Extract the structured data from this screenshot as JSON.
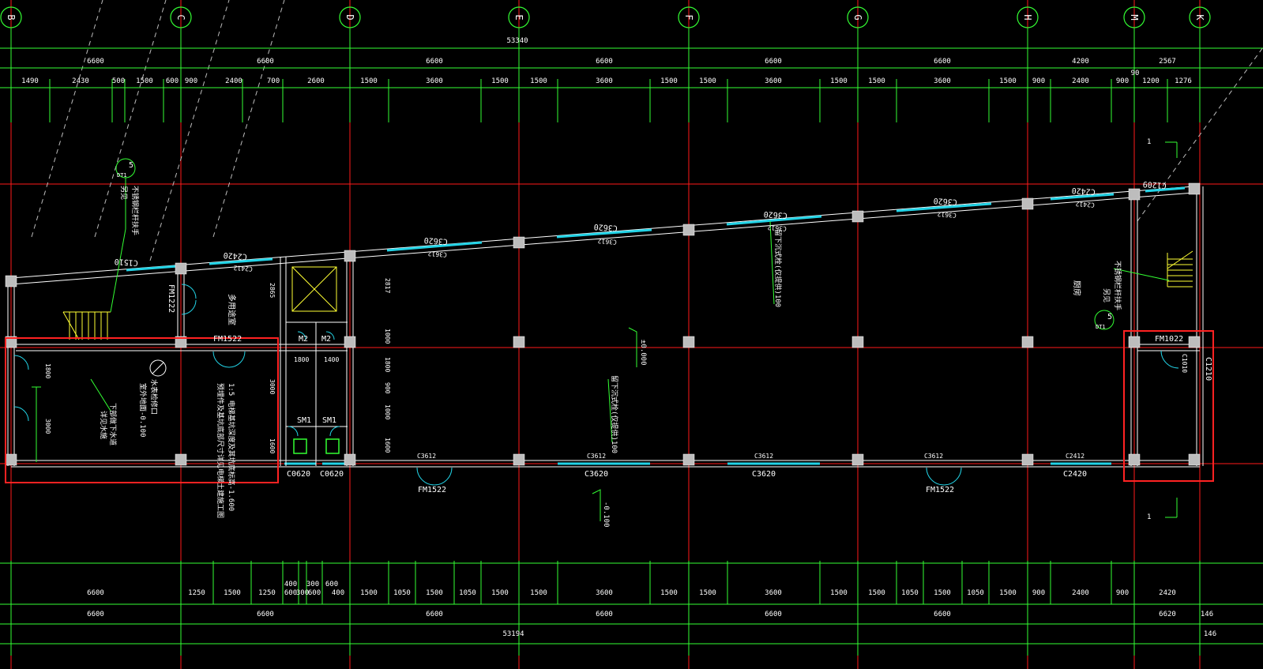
{
  "axis_labels": [
    "B",
    "C",
    "D",
    "E",
    "F",
    "G",
    "H",
    "M",
    "K"
  ],
  "dims_top": {
    "total": "53340",
    "row1": [
      "6600",
      "6600",
      "6600",
      "6600",
      "6600",
      "6600",
      "4200",
      "2567"
    ],
    "row2": [
      "1490",
      "2430",
      "500",
      "1500",
      "600",
      "900",
      "2400",
      "700",
      "2600",
      "1500",
      "3600",
      "1500",
      "1500",
      "3600",
      "1500",
      "1500",
      "3600",
      "1500",
      "1500",
      "3600",
      "1500",
      "900",
      "2400",
      "900",
      "1200",
      "1276"
    ],
    "small": "90"
  },
  "dims_bottom": {
    "row1": [
      "6600",
      "1250",
      "1500",
      "1250",
      "600",
      "300",
      "600",
      "400",
      "1500",
      "1050",
      "1500",
      "1050",
      "1500",
      "1500",
      "3600",
      "1500",
      "1500",
      "3600",
      "1500",
      "1500",
      "1050",
      "1500",
      "1050",
      "1500",
      "900",
      "2400",
      "900",
      "2420"
    ],
    "row2": [
      "6600",
      "6600",
      "6600",
      "6600",
      "6600",
      "6600",
      "6620",
      "146"
    ],
    "total": "53194",
    "extra": "146",
    "small": [
      "400",
      "300",
      "600"
    ]
  },
  "upper_wall_labels": {
    "windows": [
      "C1510",
      "C2420",
      "C3620",
      "C3620",
      "C3620",
      "C3620",
      "C2420",
      "C1209"
    ],
    "sills": [
      "C2412",
      "C3612",
      "C3612",
      "C3612",
      "C3612",
      "C2412"
    ]
  },
  "lower_wall_labels": {
    "windows_above": [
      "C3612",
      "C3612",
      "C3612",
      "C3612",
      "C2412"
    ],
    "windows_below": [
      "C3620",
      "C3620",
      "C2420"
    ],
    "doors": [
      "FM1522",
      "FM1522"
    ],
    "small_windows": [
      "C0620",
      "C0620"
    ]
  },
  "rooms": {
    "fm1222": "FM1222",
    "fm1522": "FM1522",
    "m2a": "M2",
    "m2b": "M2",
    "sm1a": "SM1",
    "sm1b": "SM1",
    "fm1022": "FM1022",
    "c1210": "C1210",
    "c1010": "C1010",
    "room_multi": "多用途室",
    "room_kitchen": "厨房",
    "dim_2865": "2865",
    "dim_2817": "2817",
    "dim_1000a": "1000",
    "dim_1800": "1800",
    "dim_900": "900",
    "dim_1000b": "1000",
    "dim_1600": "1600",
    "dim_3000": "3000",
    "dim_1800b": "1800",
    "dim_1400": "1400",
    "dim_1800c": "1800",
    "dim_3000b": "3000",
    "dim_1600b": "1600"
  },
  "notes": {
    "rail_left": "不锈钢栏杆扶手",
    "rail_left2": "另见",
    "rail_right": "不锈钢栏杆扶手",
    "rail_right2": "另见",
    "callout_num": "5",
    "callout_sub": "DT1",
    "ceiling1": "留下沉式栓(仅提供)100",
    "ceiling2": "留下沉式栓(仅提供)100",
    "level_0": "±0.000",
    "level_neg": "-0.100",
    "note_lobby1": "下部做下水道",
    "note_lobby2": "详见水施",
    "note_lobby3": "水表检修口",
    "note_lobby4": "室外地面-0.100",
    "note_long1": "1:5  电梯基坑深度及其坑底标高-1.600",
    "note_long2": "预埋件及基坑底部尺寸详见电梯土建施工图",
    "stair_1": "1"
  }
}
